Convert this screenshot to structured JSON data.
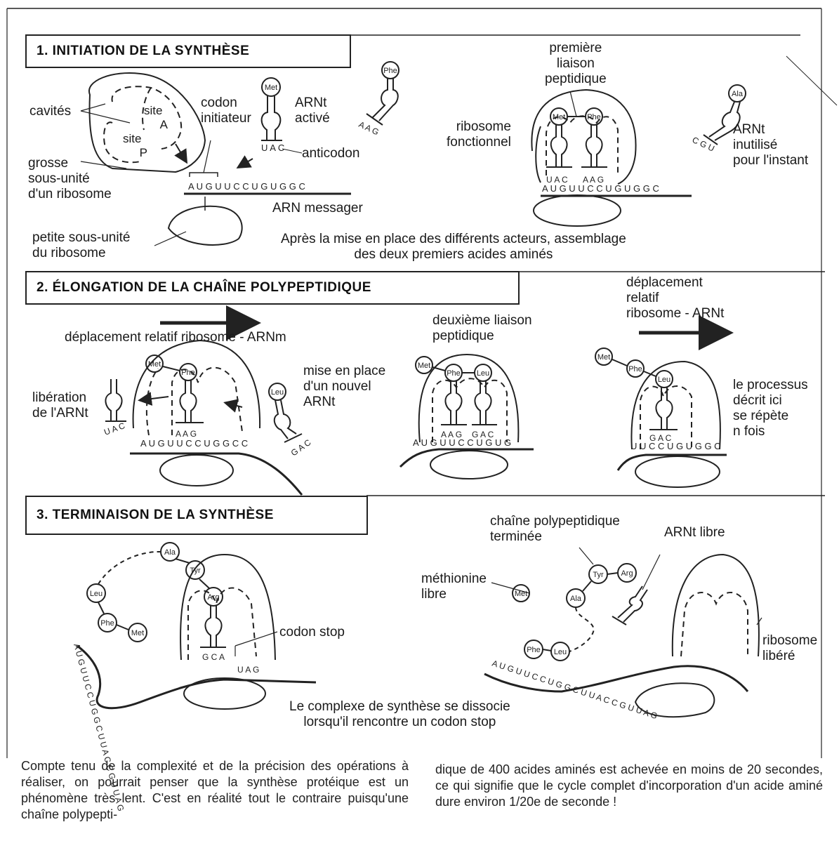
{
  "section1": {
    "title": "1. INITIATION DE LA SYNTHÈSE",
    "labels": {
      "cavites": "cavités",
      "site_a": "site\n     A",
      "site_p": "site\n     P",
      "grosse_sous_unite": "grosse\nsous-unité\nd'un ribosome",
      "codon_initiateur": "codon\ninitiateur",
      "arnt_active": "ARNt\nactivé",
      "anticodon": "anticodon",
      "arn_messager": "ARN messager",
      "petite_sous_unite": "petite sous-unité\ndu ribosome",
      "premiere_liaison": "première\nliaison\npeptidique",
      "ribosome_fonctionnel": "ribosome\nfonctionnel",
      "arnt_inutilise": "ARNt\ninutilisé\npour l'instant",
      "caption": "Après la mise en place des différents acteurs, assemblage\ndes deux premiers acides aminés"
    },
    "sequences": {
      "mrna_left": "A U G U U C C U G U G G C",
      "mrna_right": "A U G U U C C U G U G G C",
      "anticodon_met": "U A C",
      "anticodon_phe": "A A G",
      "anticodon_ala": "C G U",
      "pair_left": "U A C",
      "pair_right": "A A G"
    },
    "amino_acids": {
      "met": "Met",
      "phe": "Phe",
      "ala": "Ala"
    }
  },
  "section2": {
    "title": "2. ÉLONGATION DE LA CHAÎNE POLYPEPTIDIQUE",
    "labels": {
      "deplacement_arnm": "déplacement relatif ribosome - ARNm",
      "liberation": "libération\nde l'ARNt",
      "mise_en_place": "mise en place\nd'un nouvel\nARNt",
      "deuxieme_liaison": "deuxième liaison\npeptidique",
      "deplacement_arnt": "déplacement\nrelatif\nribosome - ARNt",
      "processus": "le processus\ndécrit ici\nse répète\nn fois"
    },
    "sequences": {
      "mrna_a": "A U G U U C C U G G C C",
      "mrna_b": "A U G U U C C U G U G",
      "mrna_c": "U U C C U G U G G C",
      "released_anticodon": "U A C",
      "incoming_anticodon": "G A C",
      "pair_a": "A A G",
      "pair_b1": "A A G",
      "pair_b2": "G A C",
      "pair_c": "G A C"
    },
    "amino_acids": {
      "met": "Met",
      "phe": "Phe",
      "leu": "Leu"
    }
  },
  "section3": {
    "title": "3. TERMINAISON DE LA SYNTHÈSE",
    "labels": {
      "codon_stop": "codon stop",
      "chaine_terminee": "chaîne polypeptidique\nterminée",
      "arnt_libre": "ARNt libre",
      "methionine_libre": "méthionine\nlibre",
      "ribosome_libere": "ribosome\nlibéré",
      "caption": "Le complexe de synthèse se dissocie\nlorsqu'il rencontre un codon stop"
    },
    "sequences": {
      "mrna_left": "A U G U U C C U G G C U U A C C G U U A G",
      "mrna_right": "A U G U U C C U G G C U U A C C G U U A G",
      "pair": "G C A",
      "stop": "U A G"
    },
    "amino_acids": {
      "ala": "Ala",
      "tyr": "Tyr",
      "arg": "Arg",
      "leu": "Leu",
      "phe": "Phe",
      "met": "Met"
    }
  },
  "paragraph": {
    "left": "Compte tenu de la complexité et de la précision des opérations à réaliser, on pourrait penser que la synthèse protéique est un phénomène très lent. C'est en réalité tout le contraire puisqu'une chaîne polypepti-",
    "right": "dique de 400 acides aminés est achevée en moins de 20 secondes, ce qui signifie que le cycle complet d'incorporation d'un acide aminé dure environ 1/20e de seconde !"
  }
}
